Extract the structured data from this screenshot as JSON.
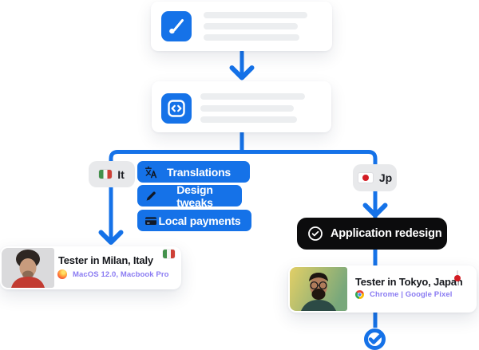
{
  "colors": {
    "accent_blue": "#1572E8",
    "subtitle_purple": "#8A7BF2",
    "pill_black": "#0C0C0D",
    "badge_gray": "#E8E9EB",
    "skeleton_gray": "#ECEEF0"
  },
  "flow_cards": {
    "design_step": {
      "icon": "brush-icon",
      "skeleton_lines": 3
    },
    "code_step": {
      "icon": "code-icon",
      "skeleton_lines": 3
    }
  },
  "left_branch": {
    "locale_badge": {
      "label": "It",
      "flag": "italy-flag"
    },
    "tasks": [
      {
        "icon": "translate-icon",
        "label": "Translations"
      },
      {
        "icon": "pen-icon",
        "label": "Design tweaks"
      },
      {
        "icon": "credit-card-icon",
        "label": "Local payments"
      }
    ],
    "tester_card": {
      "title": "Tester in Milan, Italy",
      "subtitle": "MacOS 12.0, Macbook Pro",
      "browser_icon": "firefox-icon",
      "flag": "italy-flag"
    }
  },
  "right_branch": {
    "locale_badge": {
      "label": "Jp",
      "flag": "japan-flag"
    },
    "task_pill": {
      "icon": "check-circle-icon",
      "label": "Application redesign"
    },
    "tester_card": {
      "title": "Tester in Tokyo, Japan",
      "subtitle": "Chrome | Google Pixel",
      "browser_icon": "chrome-icon",
      "flag": "japan-flag"
    }
  },
  "end_marker": {
    "icon": "check-circle-icon"
  }
}
